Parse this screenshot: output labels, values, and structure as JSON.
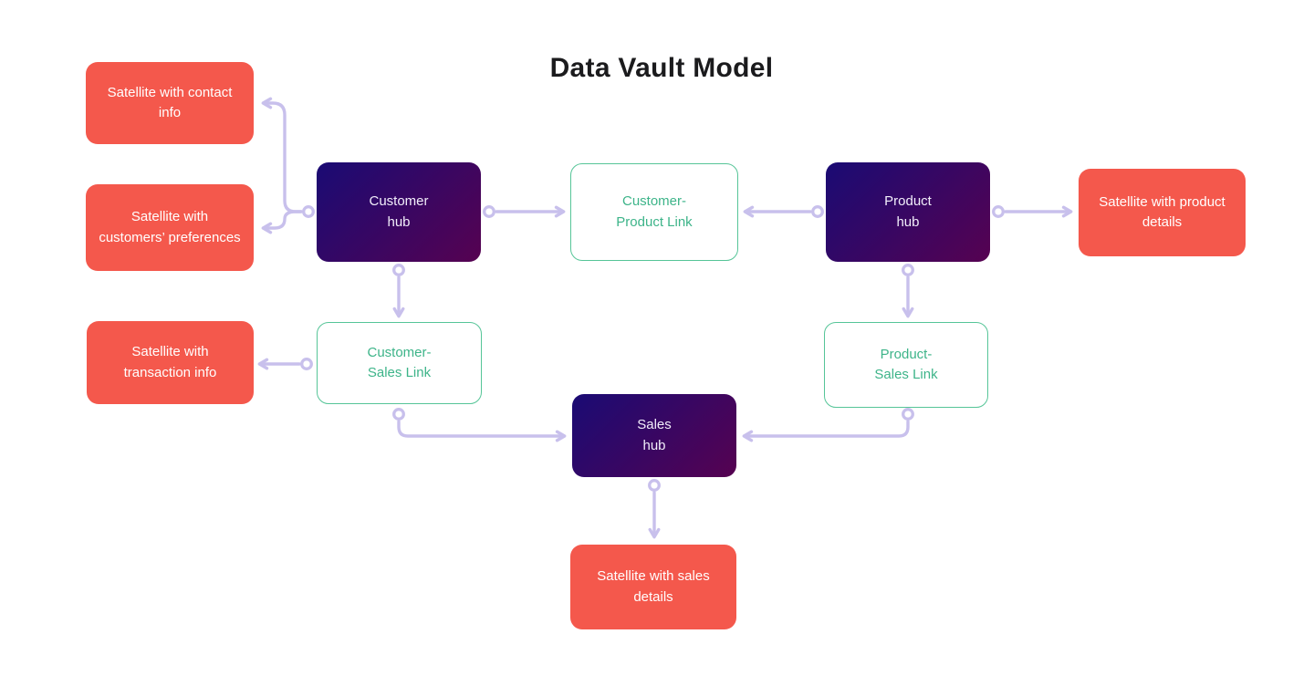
{
  "title": "Data Vault Model",
  "colors": {
    "background": "#ffffff",
    "satellite_fill": "#f4584c",
    "satellite_text": "#ffffff",
    "hub_gradient_start": "#1a0b74",
    "hub_gradient_end": "#560251",
    "hub_text": "#f2eefb",
    "link_border": "#56c598",
    "link_text": "#3db489",
    "connector": "#c8c0ec",
    "title_text": "#1b1b1d"
  },
  "nodes": [
    {
      "id": "customer-hub",
      "type": "hub",
      "label": "Customer\nhub"
    },
    {
      "id": "product-hub",
      "type": "hub",
      "label": "Product\nhub"
    },
    {
      "id": "sales-hub",
      "type": "hub",
      "label": "Sales\nhub"
    },
    {
      "id": "customer-product-link",
      "type": "link",
      "label": "Customer-\nProduct Link"
    },
    {
      "id": "customer-sales-link",
      "type": "link",
      "label": "Customer-\nSales Link"
    },
    {
      "id": "product-sales-link",
      "type": "link",
      "label": "Product-\nSales Link"
    },
    {
      "id": "satellite-contact-info",
      "type": "satellite",
      "label": "Satellite with contact\ninfo"
    },
    {
      "id": "satellite-customers-preferences",
      "type": "satellite",
      "label": "Satellite with\ncustomers’ preferences"
    },
    {
      "id": "satellite-transaction-info",
      "type": "satellite",
      "label": "Satellite with\ntransaction info"
    },
    {
      "id": "satellite-product-details",
      "type": "satellite",
      "label": "Satellite with product\ndetails"
    },
    {
      "id": "satellite-sales-details",
      "type": "satellite",
      "label": "Satellite with sales\ndetails"
    }
  ],
  "edges": [
    {
      "from": "customer-hub",
      "to": "satellite-contact-info"
    },
    {
      "from": "customer-hub",
      "to": "satellite-customers-preferences"
    },
    {
      "from": "customer-hub",
      "to": "customer-product-link"
    },
    {
      "from": "customer-hub",
      "to": "customer-sales-link"
    },
    {
      "from": "product-hub",
      "to": "customer-product-link"
    },
    {
      "from": "product-hub",
      "to": "satellite-product-details"
    },
    {
      "from": "product-hub",
      "to": "product-sales-link"
    },
    {
      "from": "customer-sales-link",
      "to": "satellite-transaction-info"
    },
    {
      "from": "customer-sales-link",
      "to": "sales-hub"
    },
    {
      "from": "product-sales-link",
      "to": "sales-hub"
    },
    {
      "from": "sales-hub",
      "to": "satellite-sales-details"
    }
  ]
}
